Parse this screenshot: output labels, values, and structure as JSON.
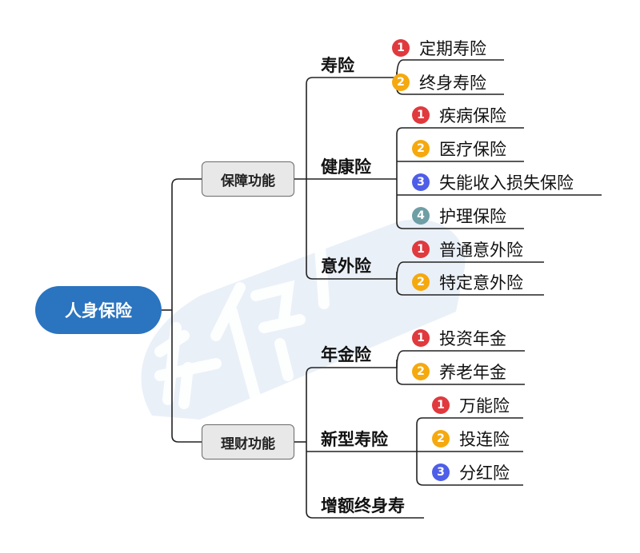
{
  "colors": {
    "root_bg": "#2a74c0",
    "category_bg": "#e8e8e8",
    "line": "#222222",
    "badge_1": "#e0393e",
    "badge_2": "#f5a90f",
    "badge_3": "#4e5ee8",
    "badge_4": "#6f9ea5",
    "watermark": "#e8eef8"
  },
  "root": {
    "label": "人身保险"
  },
  "categories": [
    {
      "label": "保障功能",
      "subs": [
        {
          "label": "寿险",
          "items": [
            {
              "num": "1",
              "label": "定期寿险"
            },
            {
              "num": "2",
              "label": "终身寿险"
            }
          ]
        },
        {
          "label": "健康险",
          "items": [
            {
              "num": "1",
              "label": "疾病保险"
            },
            {
              "num": "2",
              "label": "医疗保险"
            },
            {
              "num": "3",
              "label": "失能收入损失保险"
            },
            {
              "num": "4",
              "label": "护理保险"
            }
          ]
        },
        {
          "label": "意外险",
          "items": [
            {
              "num": "1",
              "label": "普通意外险"
            },
            {
              "num": "2",
              "label": "特定意外险"
            }
          ]
        }
      ]
    },
    {
      "label": "理财功能",
      "subs": [
        {
          "label": "年金险",
          "items": [
            {
              "num": "1",
              "label": "投资年金"
            },
            {
              "num": "2",
              "label": "养老年金"
            }
          ]
        },
        {
          "label": "新型寿险",
          "items": [
            {
              "num": "1",
              "label": "万能险"
            },
            {
              "num": "2",
              "label": "投连险"
            },
            {
              "num": "3",
              "label": "分红险"
            }
          ]
        },
        {
          "label": "增额终身寿",
          "items": []
        }
      ]
    }
  ]
}
